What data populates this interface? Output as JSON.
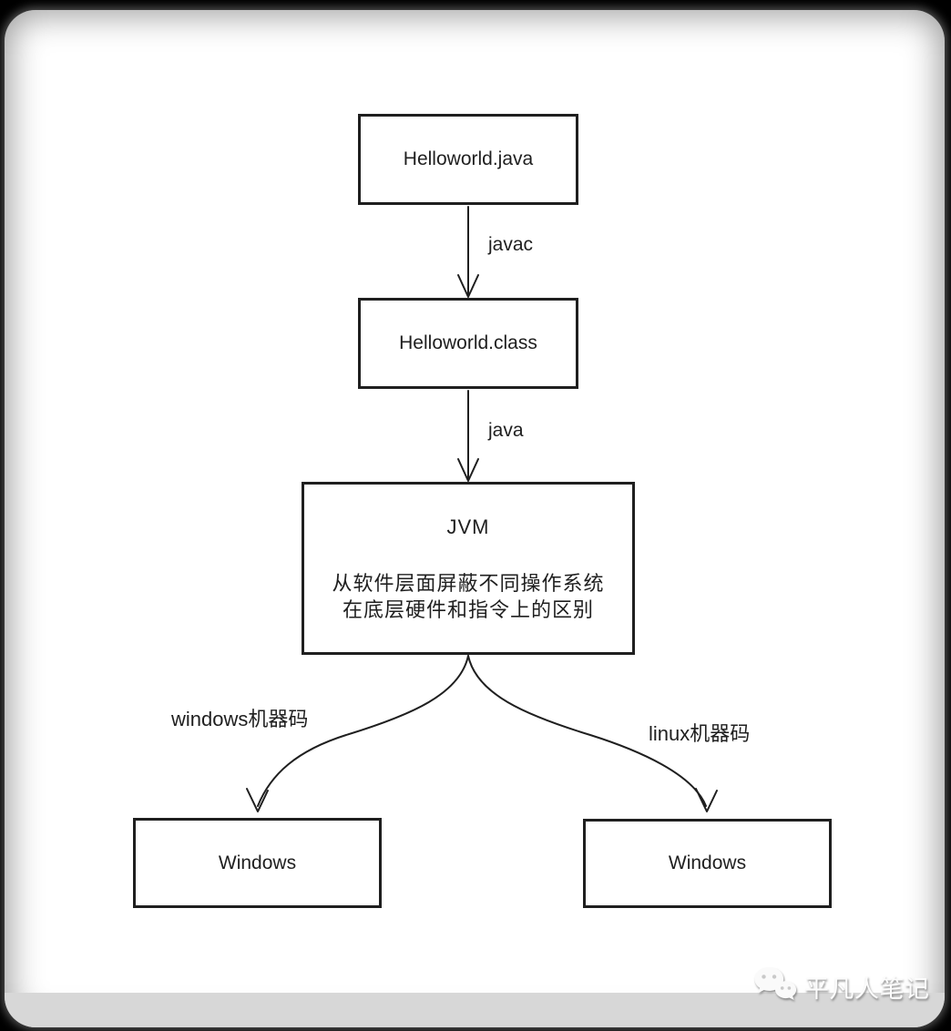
{
  "frame": {
    "background": "#000000",
    "card_background": "#ffffff",
    "footer_band_color": "#d7d7d7",
    "line_color": "#1f1f1f"
  },
  "diagram": {
    "boxes": [
      {
        "id": "source-file",
        "label": "Helloworld.java"
      },
      {
        "id": "class-file",
        "label": "Helloworld.class"
      },
      {
        "id": "jvm",
        "title": "JVM",
        "desc_lines": [
          "从软件层面屏蔽不同操作系统",
          "在底层硬件和指令上的区别"
        ]
      },
      {
        "id": "os-left",
        "label": "Windows"
      },
      {
        "id": "os-right",
        "label": "Windows"
      }
    ],
    "edges": [
      {
        "from": "Helloworld.java",
        "to": "Helloworld.class",
        "label": "javac"
      },
      {
        "from": "Helloworld.class",
        "to": "JVM",
        "label": "java"
      },
      {
        "from": "JVM",
        "to": "os-left",
        "label": "windows机器码"
      },
      {
        "from": "JVM",
        "to": "os-right",
        "label": "linux机器码"
      }
    ]
  },
  "watermark": {
    "icon": "wechat-icon",
    "text": "平凡人笔记"
  }
}
